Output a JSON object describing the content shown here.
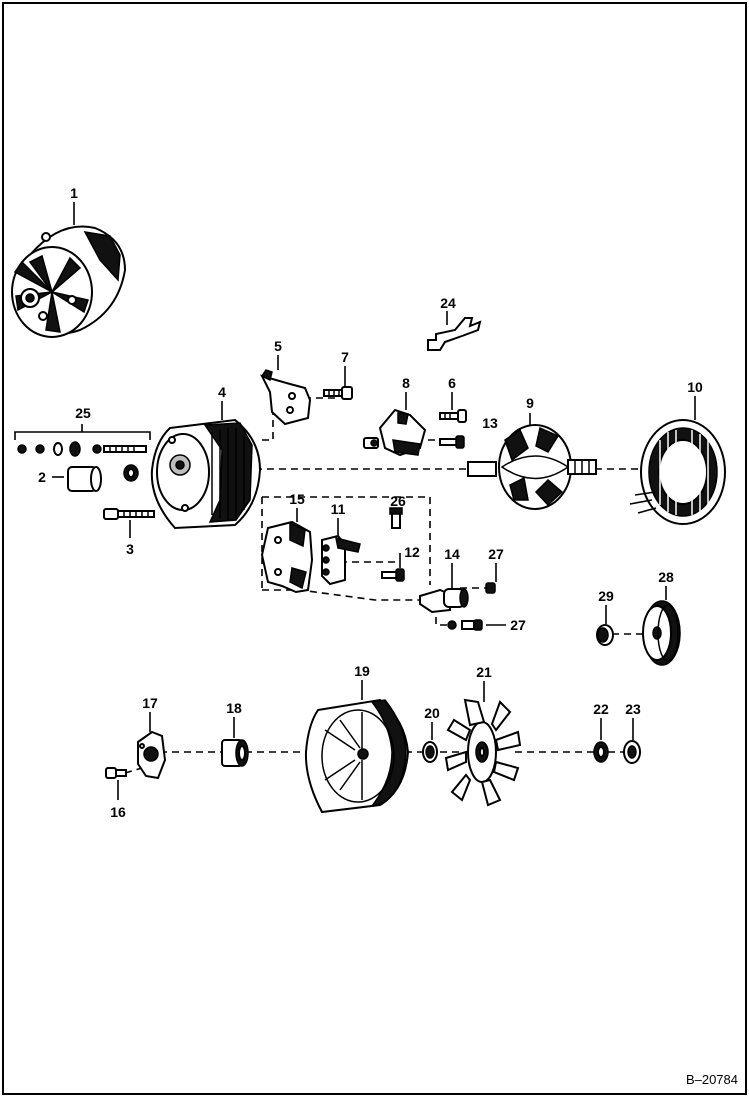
{
  "figure_id": "B–20784",
  "callouts": {
    "c1": "1",
    "c2": "2",
    "c3": "3",
    "c4": "4",
    "c5": "5",
    "c6": "6",
    "c7": "7",
    "c8": "8",
    "c9": "9",
    "c10": "10",
    "c11": "11",
    "c12": "12",
    "c13": "13",
    "c14": "14",
    "c15": "15",
    "c16": "16",
    "c17": "17",
    "c18": "18",
    "c19": "19",
    "c20": "20",
    "c21": "21",
    "c22": "22",
    "c23": "23",
    "c24": "24",
    "c25": "25",
    "c26": "26",
    "c27a": "27",
    "c27b": "27",
    "c28": "28",
    "c29": "29"
  }
}
